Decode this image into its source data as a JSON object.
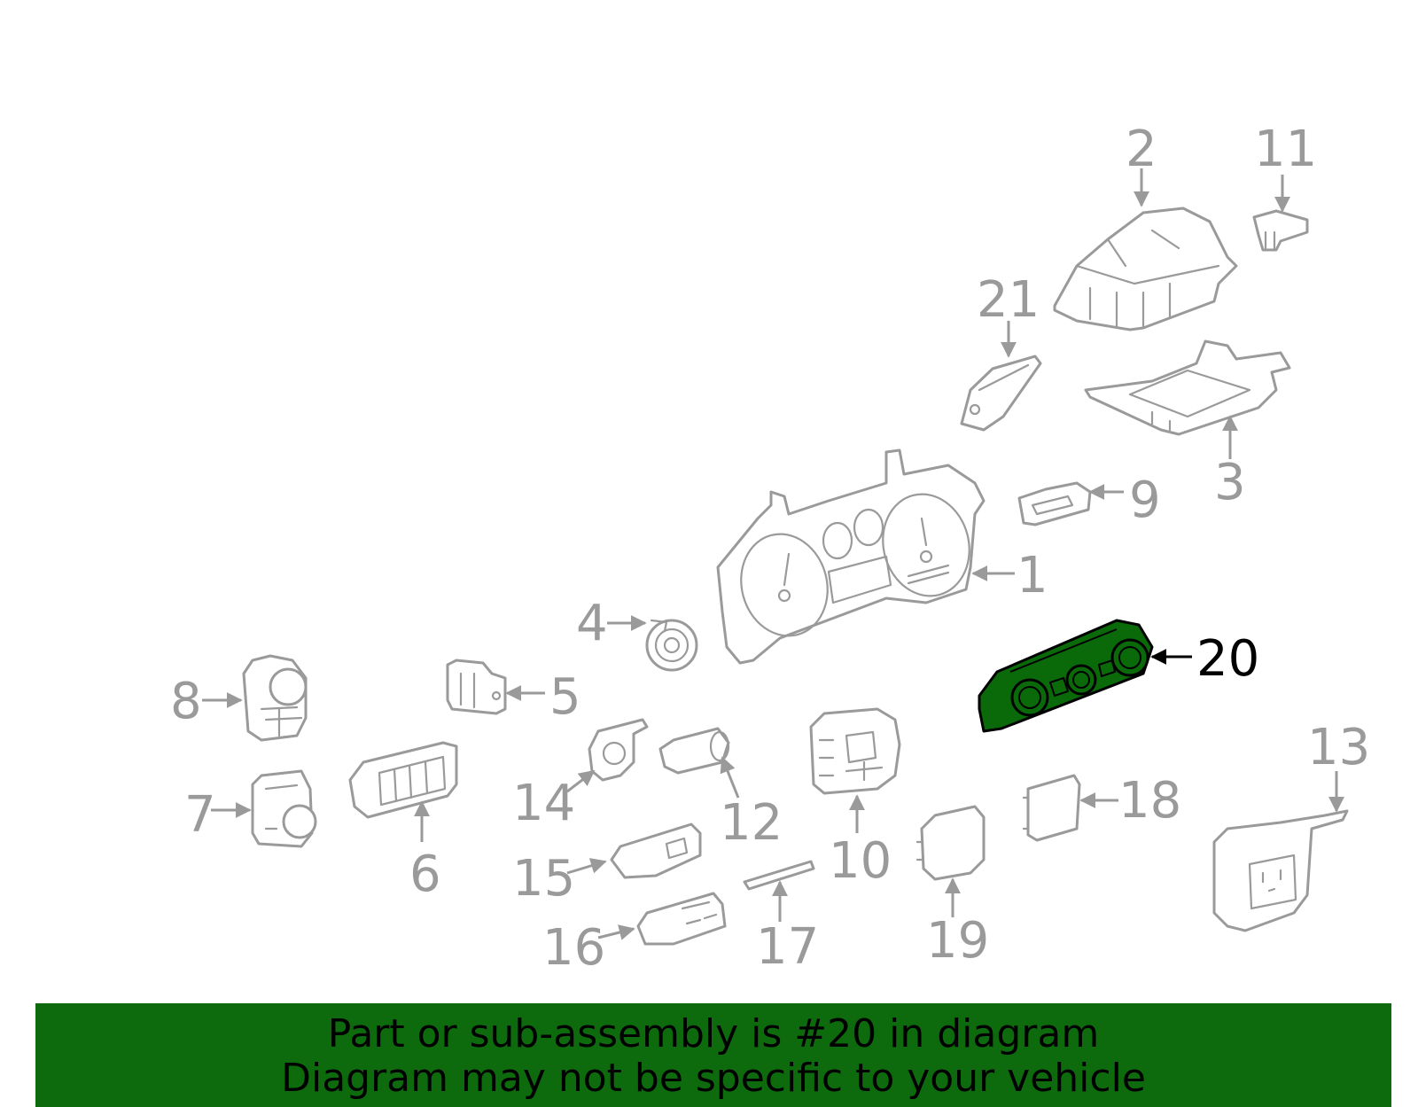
{
  "diagram": {
    "highlight_color": "#0d6b0d",
    "highlighted_part": "20",
    "callouts": [
      "1",
      "2",
      "3",
      "4",
      "5",
      "6",
      "7",
      "8",
      "9",
      "10",
      "11",
      "12",
      "13",
      "14",
      "15",
      "16",
      "17",
      "18",
      "19",
      "20",
      "21"
    ]
  },
  "banner": {
    "line1": "Part or sub-assembly is #20 in diagram",
    "line2": "Diagram may not be specific to your vehicle"
  }
}
